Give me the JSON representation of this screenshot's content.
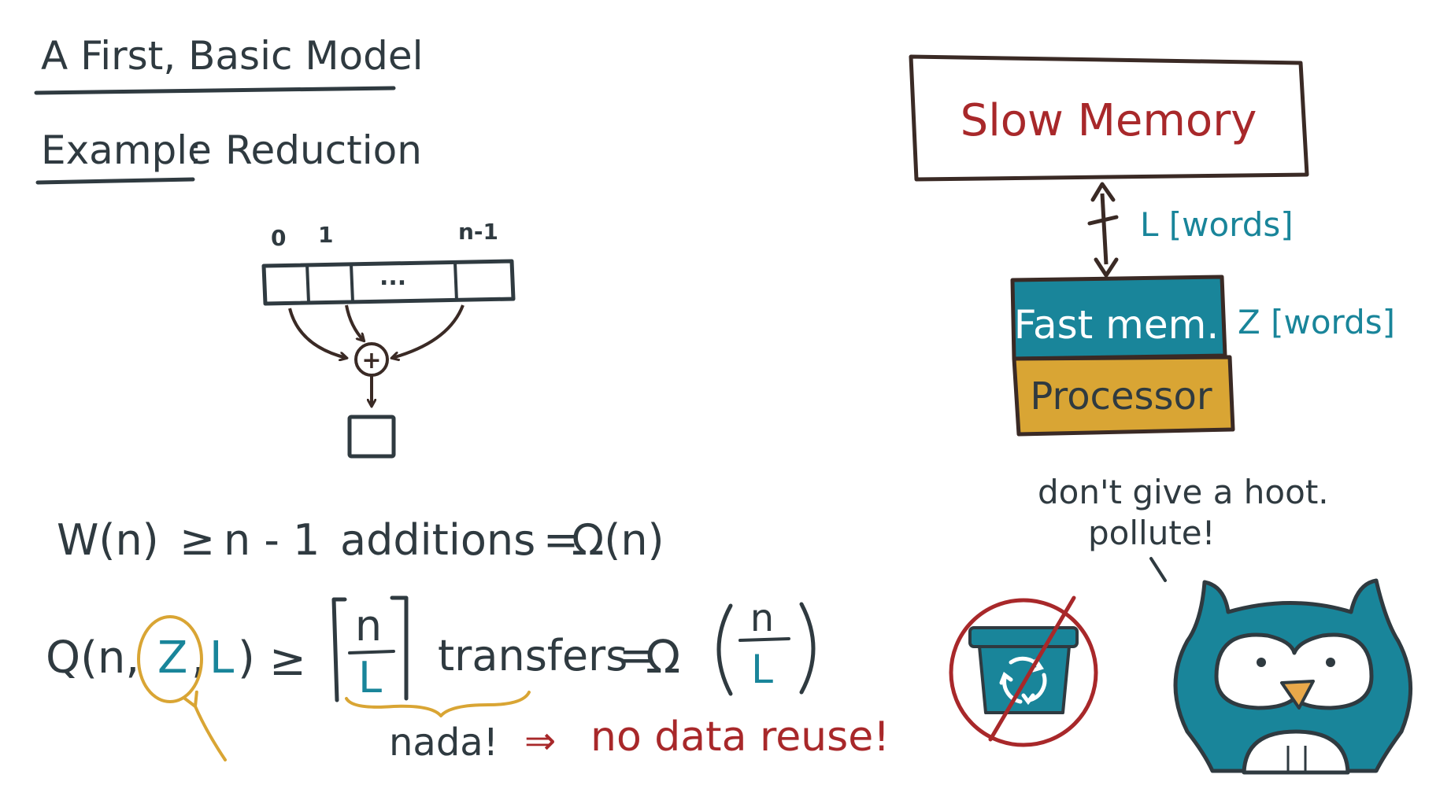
{
  "title": "A First, Basic Model",
  "example": {
    "label": "Example",
    "colon": ":",
    "topic": "Reduction"
  },
  "array": {
    "index_labels": [
      "0",
      "1",
      "n-1"
    ],
    "ellipsis": "..."
  },
  "plus_symbol": "+",
  "work_bound": {
    "lhs": "W(n)",
    "op": "≥",
    "expr": "n - 1",
    "unit": "additions",
    "eq": "=",
    "result": "Ω(n)"
  },
  "transfer_bound": {
    "q_open": "Q(n,",
    "z": "Z",
    "comma_l": ",",
    "l": "L",
    "close": ")",
    "op": "≥",
    "frac_num": "n",
    "frac_den": "L",
    "unit": "transfers",
    "eq": "=",
    "omega": "Ω",
    "res_num": "n",
    "res_den": "L"
  },
  "note": {
    "nada": "nada!",
    "arrow": "⇒",
    "reuse": "no data reuse!"
  },
  "memory": {
    "slow_label": "Slow Memory",
    "link_label": "L [words]",
    "fast_label": "Fast mem.",
    "fast_size": "Z [words]",
    "processor_label": "Processor"
  },
  "owl_speech": {
    "line1": "don't give a hoot.",
    "line2": "pollute!"
  },
  "colors": {
    "ink": "#2f3a40",
    "teal": "#19859a",
    "red": "#a8282a",
    "gold": "#d9a534",
    "white": "#ffffff",
    "owl_beak": "#e8a84a"
  }
}
